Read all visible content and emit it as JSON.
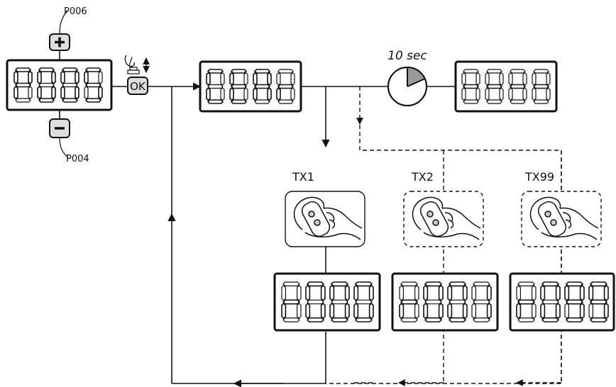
{
  "labels": {
    "plus_param": "P006",
    "minus_param": "P004",
    "timer": "10 sec",
    "tx1": "TX1",
    "tx2": "TX2",
    "tx99": "TX99",
    "ok_button": "OK"
  },
  "displays": {
    "param": "P005",
    "clear": "CLEAr",
    "idle": "----",
    "tx1_code": "r000",
    "tx2_code": "r001",
    "tx99_code": "r099"
  },
  "icons": {
    "plus": "plus-icon",
    "minus": "minus-icon",
    "press": "press-button-icon",
    "timer": "clock-icon",
    "remote": "hand-remote-icon"
  }
}
